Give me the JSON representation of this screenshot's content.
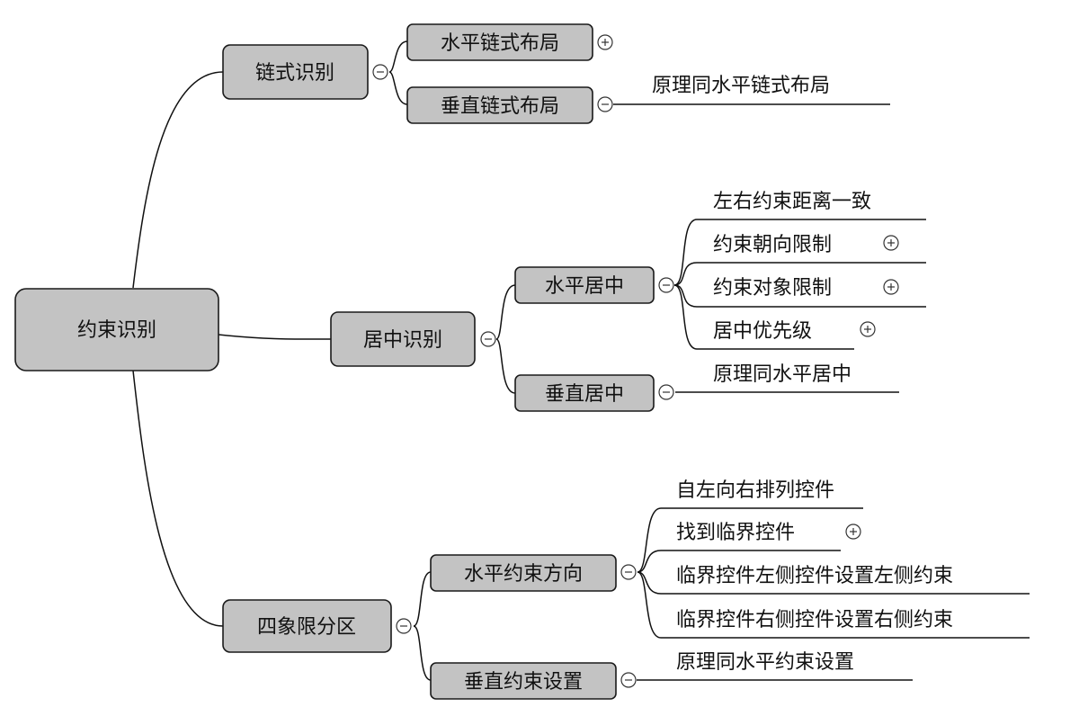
{
  "mindmap": {
    "root": "约束识别",
    "branches": [
      {
        "label": "链式识别",
        "children": [
          {
            "label": "水平链式布局",
            "collapsed": true,
            "children": []
          },
          {
            "label": "垂直链式布局",
            "children": [
              "原理同水平链式布局"
            ]
          }
        ]
      },
      {
        "label": "居中识别",
        "children": [
          {
            "label": "水平居中",
            "children": [
              {
                "label": "左右约束距离一致",
                "collapsed": false
              },
              {
                "label": "约束朝向限制",
                "collapsed": true
              },
              {
                "label": "约束对象限制",
                "collapsed": true
              },
              {
                "label": "居中优先级",
                "collapsed": true
              }
            ]
          },
          {
            "label": "垂直居中",
            "children": [
              "原理同水平居中"
            ]
          }
        ]
      },
      {
        "label": "四象限分区",
        "children": [
          {
            "label": "水平约束方向",
            "children": [
              {
                "label": "自左向右排列控件",
                "collapsed": false
              },
              {
                "label": "找到临界控件",
                "collapsed": true
              },
              {
                "label": "临界控件左侧控件设置左侧约束",
                "collapsed": false
              },
              {
                "label": "临界控件右侧控件设置右侧约束",
                "collapsed": false
              }
            ]
          },
          {
            "label": "垂直约束设置",
            "children": [
              "原理同水平约束设置"
            ]
          }
        ]
      }
    ]
  }
}
